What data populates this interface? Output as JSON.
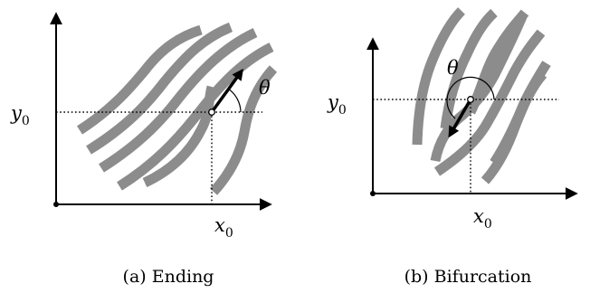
{
  "panels": [
    {
      "caption": "(a) Ending",
      "x_label": "x",
      "x_label_sub": "0",
      "y_label": "y",
      "y_label_sub": "0",
      "angle_label": "θ"
    },
    {
      "caption": "(b) Bifurcation",
      "x_label": "x",
      "x_label_sub": "0",
      "y_label": "y",
      "y_label_sub": "0",
      "angle_label": "θ"
    }
  ],
  "colors": {
    "ridge": "#8c8c8c",
    "axis": "#000000",
    "background": "#ffffff"
  }
}
